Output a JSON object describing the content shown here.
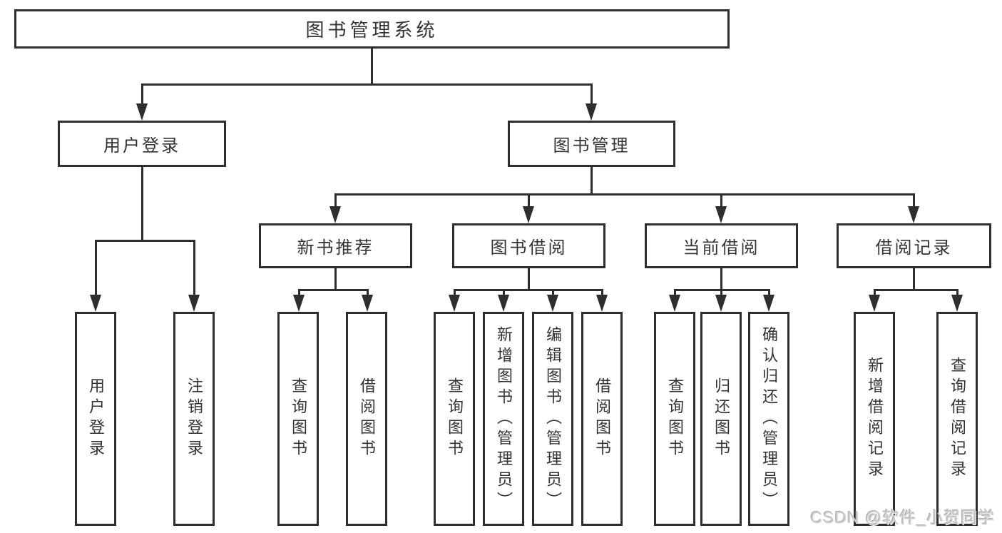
{
  "diagram": {
    "root": {
      "label": "图书管理系统"
    },
    "level2": {
      "user_login": {
        "label": "用户登录"
      },
      "book_management": {
        "label": "图书管理"
      }
    },
    "level3": {
      "new_book_recommend": {
        "label": "新书推荐"
      },
      "book_borrowing": {
        "label": "图书借阅"
      },
      "current_borrowing": {
        "label": "当前借阅"
      },
      "borrowing_records": {
        "label": "借阅记录"
      }
    },
    "leaves": {
      "user_login": [
        "用户登录",
        "注销登录"
      ],
      "new_book_recommend": [
        "查询图书",
        "借阅图书"
      ],
      "book_borrowing": [
        "查询图书",
        "新增图书（管理员）",
        "编辑图书（管理员）",
        "借阅图书"
      ],
      "current_borrowing": [
        "查询图书",
        "归还图书",
        "确认归还（管理员）"
      ],
      "borrowing_records": [
        "新增借阅记录",
        "查询借阅记录"
      ]
    }
  },
  "watermark": {
    "text": "CSDN @软件_小贺同学"
  },
  "colors": {
    "line": "#2e2e2e",
    "box_border": "#2e2e2e",
    "text": "#333333",
    "background": "#ffffff",
    "watermark_text": "#c8c8c8"
  }
}
